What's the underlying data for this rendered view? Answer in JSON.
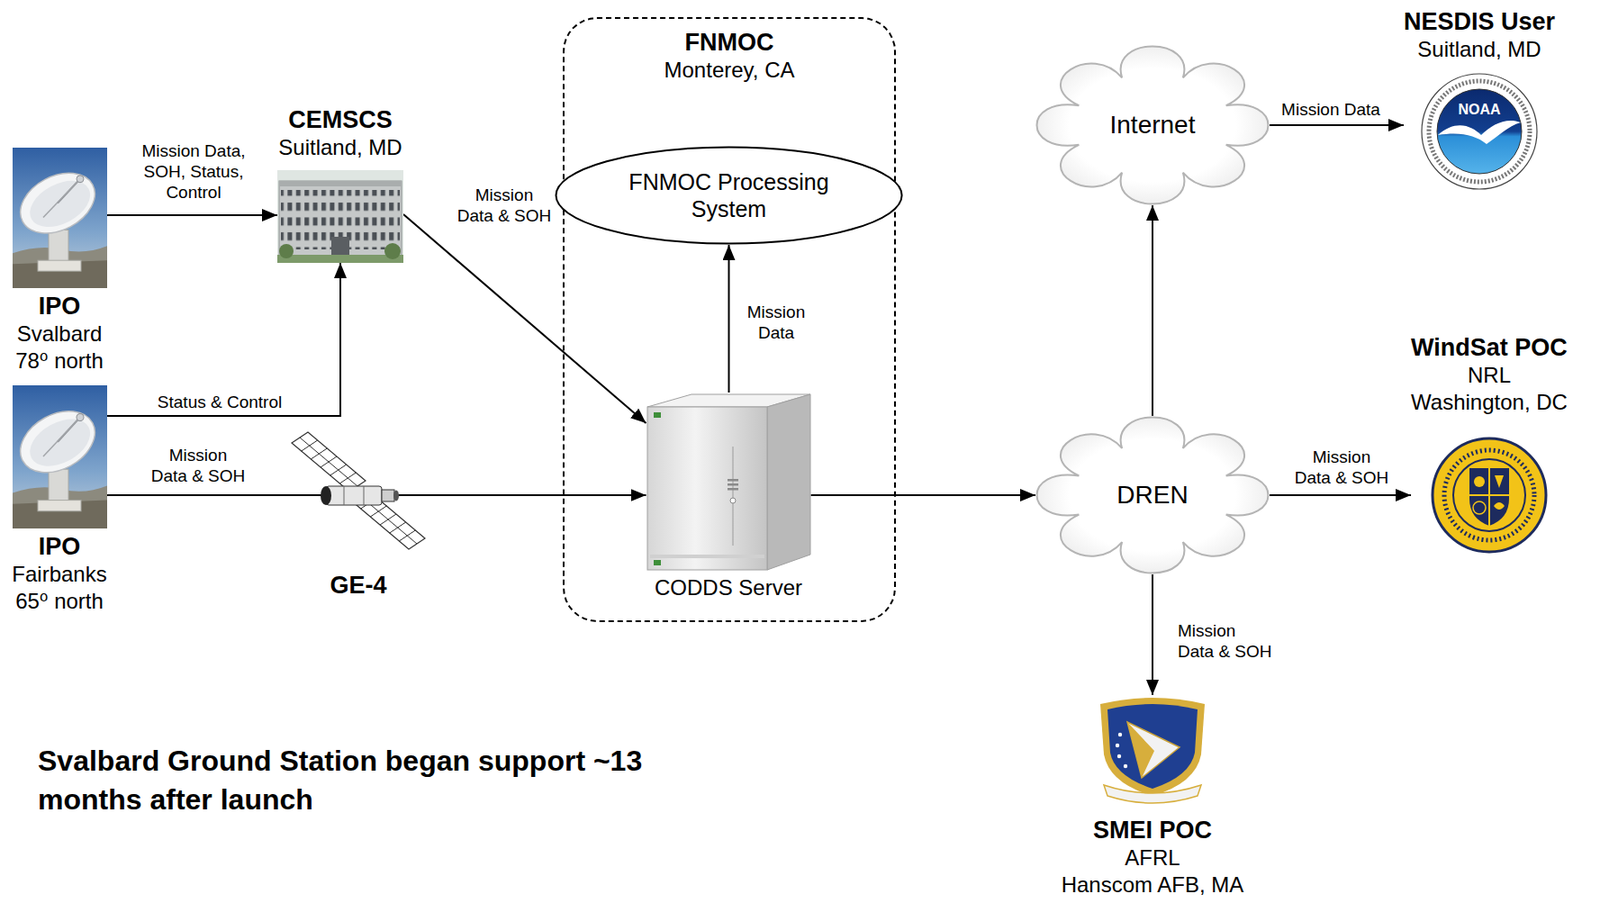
{
  "diagram": {
    "nodes": [
      {
        "text": [
          "IPO",
          "Svalbard",
          "78⁰ north"
        ]
      },
      {
        "text": [
          "CEMSCS",
          "Suitland, MD"
        ]
      },
      {
        "text": [
          "IPO",
          "Fairbanks",
          "65⁰ north"
        ]
      },
      {
        "text": [
          "GE-4"
        ]
      },
      {
        "text": [
          "FNMOC",
          "Monterey, CA"
        ]
      },
      {
        "text": [
          "FNMOC Processing System"
        ],
        "in": 4
      },
      {
        "text": [
          "CODDS Server"
        ],
        "in": 4
      },
      {
        "text": [
          "Internet"
        ]
      },
      {
        "text": [
          "DREN"
        ]
      },
      {
        "text": [
          "NESDIS User",
          "Suitland, MD"
        ]
      },
      {
        "text": [
          "WindSat POC",
          "NRL",
          "Washington, DC"
        ]
      },
      {
        "text": [
          "SMEI POC",
          "AFRL",
          "Hanscom AFB, MA"
        ]
      }
    ],
    "edges": [
      {
        "from": 0,
        "to": 1,
        "label": "Mission Data, SOH, Status, Control",
        "arrow": "to"
      },
      {
        "from": 2,
        "to": 1,
        "label": "Status & Control",
        "arrow": "to"
      },
      {
        "from": 2,
        "to": 3,
        "label": "Mission Data & SOH",
        "arrow": "none"
      },
      {
        "from": 3,
        "to": 6,
        "arrow": "to"
      },
      {
        "from": 1,
        "to": 6,
        "label": "Mission Data & SOH",
        "arrow": "to"
      },
      {
        "from": 6,
        "to": 5,
        "label": "Mission Data",
        "arrow": "to"
      },
      {
        "from": 6,
        "to": 8,
        "arrow": "to"
      },
      {
        "from": 8,
        "to": 7,
        "arrow": "to"
      },
      {
        "from": 7,
        "to": 9,
        "label": "Mission Data",
        "arrow": "to"
      },
      {
        "from": 8,
        "to": 10,
        "label": "Mission Data & SOH",
        "arrow": "to"
      },
      {
        "from": 8,
        "to": 11,
        "label": "Mission Data & SOH",
        "arrow": "to"
      }
    ],
    "labels": [
      "Svalbard Ground Station began support ~13 months after launch",
      "NOAA"
    ]
  }
}
